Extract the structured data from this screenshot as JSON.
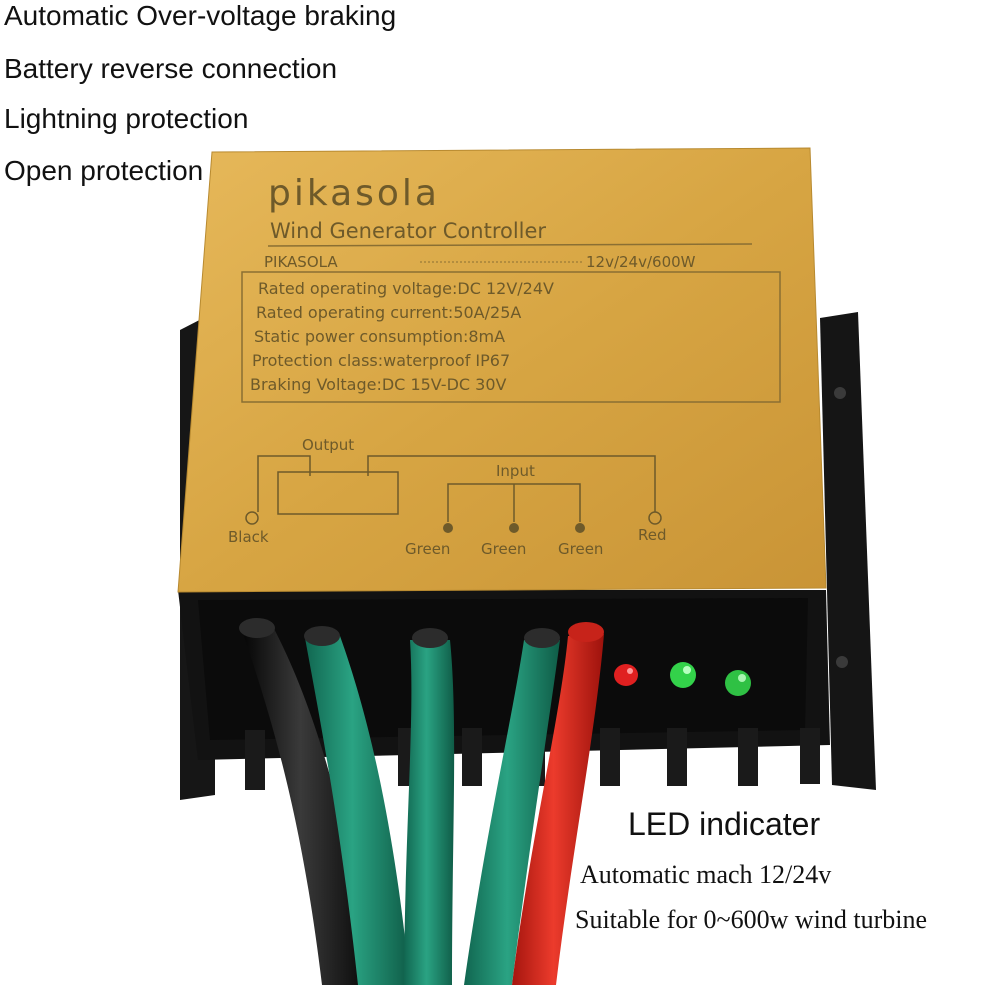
{
  "features": [
    "Automatic Over-voltage braking",
    "Battery reverse connection",
    "Lightning protection",
    "Open protection"
  ],
  "plate": {
    "brand": "pikasola",
    "product": "Wind Generator Controller",
    "model": "PIKASOLA",
    "model_spec": "12v/24v/600W",
    "specs": [
      "Rated operating voltage:DC 12V/24V",
      "Rated operating current:50A/25A",
      "Static power consumption:8mA",
      "Protection class:waterproof IP67",
      "Braking Voltage:DC 15V-DC 30V"
    ],
    "diagram": {
      "output_label": "Output",
      "input_label": "Input",
      "terminals": [
        "Black",
        "Green",
        "Green",
        "Green",
        "Red"
      ]
    }
  },
  "led_title": "LED indicater",
  "led_notes": [
    "Automatic mach 12/24v",
    "Suitable for 0~600w wind turbine"
  ],
  "colors": {
    "plate_gold": "#d9a94a",
    "housing": "#141414",
    "wire_black": "#1a1a1a",
    "wire_green": "#1f8a6e",
    "wire_red": "#d8261c",
    "led_red": "#e02020",
    "led_green": "#33d24a"
  }
}
